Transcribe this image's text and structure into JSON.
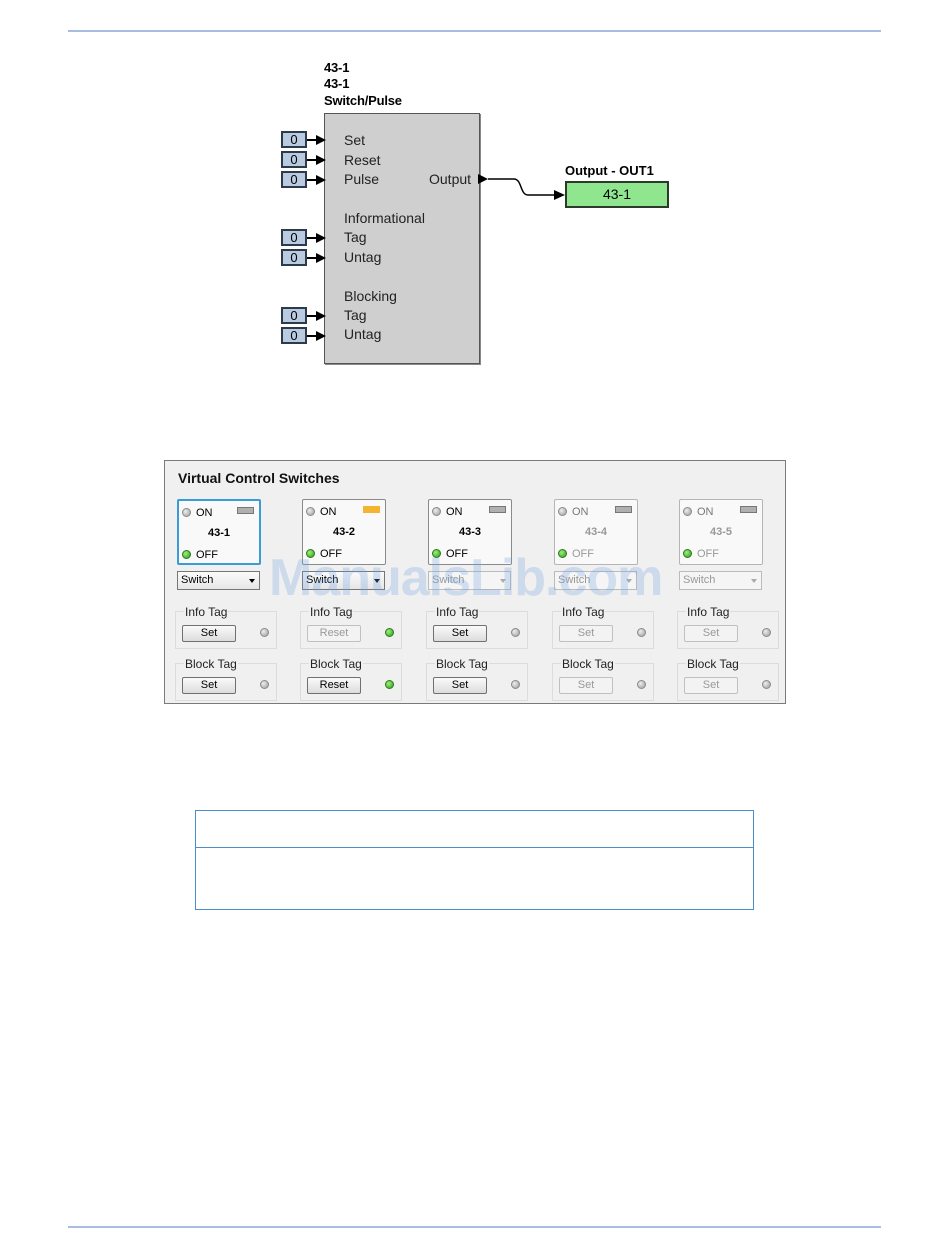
{
  "diagram": {
    "block_labels": [
      "43-1",
      "43-1",
      "Switch/Pulse"
    ],
    "inputs": [
      {
        "value": "0",
        "label": "Set"
      },
      {
        "value": "0",
        "label": "Reset"
      },
      {
        "value": "0",
        "label": "Pulse"
      },
      {
        "value": "0",
        "label": "Tag"
      },
      {
        "value": "0",
        "label": "Untag"
      },
      {
        "value": "0",
        "label": "Tag"
      },
      {
        "value": "0",
        "label": "Untag"
      }
    ],
    "group_labels": {
      "informational": "Informational",
      "blocking": "Blocking"
    },
    "output_port": "Output",
    "output_title": "Output - OUT1",
    "output_value": "43-1",
    "colors": {
      "block": "#cfcfcf",
      "input": "#b9cbe1",
      "output": "#8fe68f"
    }
  },
  "vcs": {
    "title": "Virtual Control Switches",
    "on_label": "ON",
    "off_label": "OFF",
    "info_tag_label": "Info Tag",
    "block_tag_label": "Block Tag",
    "switches": [
      {
        "name": "43-1",
        "mode": "Switch",
        "info_btn": "Set",
        "block_btn": "Set"
      },
      {
        "name": "43-2",
        "mode": "Switch",
        "info_btn": "Reset",
        "block_btn": "Reset"
      },
      {
        "name": "43-3",
        "mode": "Switch",
        "info_btn": "Set",
        "block_btn": "Set"
      },
      {
        "name": "43-4",
        "mode": "Switch",
        "info_btn": "Set",
        "block_btn": "Set"
      },
      {
        "name": "43-5",
        "mode": "Switch",
        "info_btn": "Set",
        "block_btn": "Set"
      }
    ],
    "colors": {
      "selected": "#3c9ad6",
      "tag_active": "#f3b432",
      "led_on": "#2f9a1a"
    }
  },
  "watermark": "ManualsLib.com"
}
